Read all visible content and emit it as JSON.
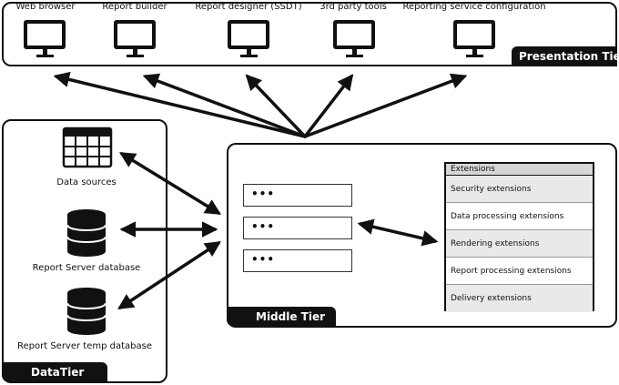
{
  "presentation": {
    "label": "Presentation Tier",
    "clients": [
      {
        "label": "Web browser"
      },
      {
        "label": "Report builder"
      },
      {
        "label": "Report designer (SSDT)"
      },
      {
        "label": "3rd party tools"
      },
      {
        "label": "Reporting service configuration"
      }
    ]
  },
  "data_tier": {
    "label": "DataTier",
    "sources": [
      {
        "label": "Data sources",
        "icon": "table-icon"
      },
      {
        "label": "Report Server database",
        "icon": "database-icon"
      },
      {
        "label": "Report Server temp database",
        "icon": "database-icon"
      }
    ]
  },
  "middle_tier": {
    "label": "Middle Tier",
    "servers": [
      "•••",
      "•••",
      "•••"
    ],
    "extensions": {
      "title": "Extensions",
      "items": [
        "Security extensions",
        "Data processing extensions",
        "Rendering extensions",
        "Report processing extensions",
        "Delivery extensions"
      ]
    }
  }
}
